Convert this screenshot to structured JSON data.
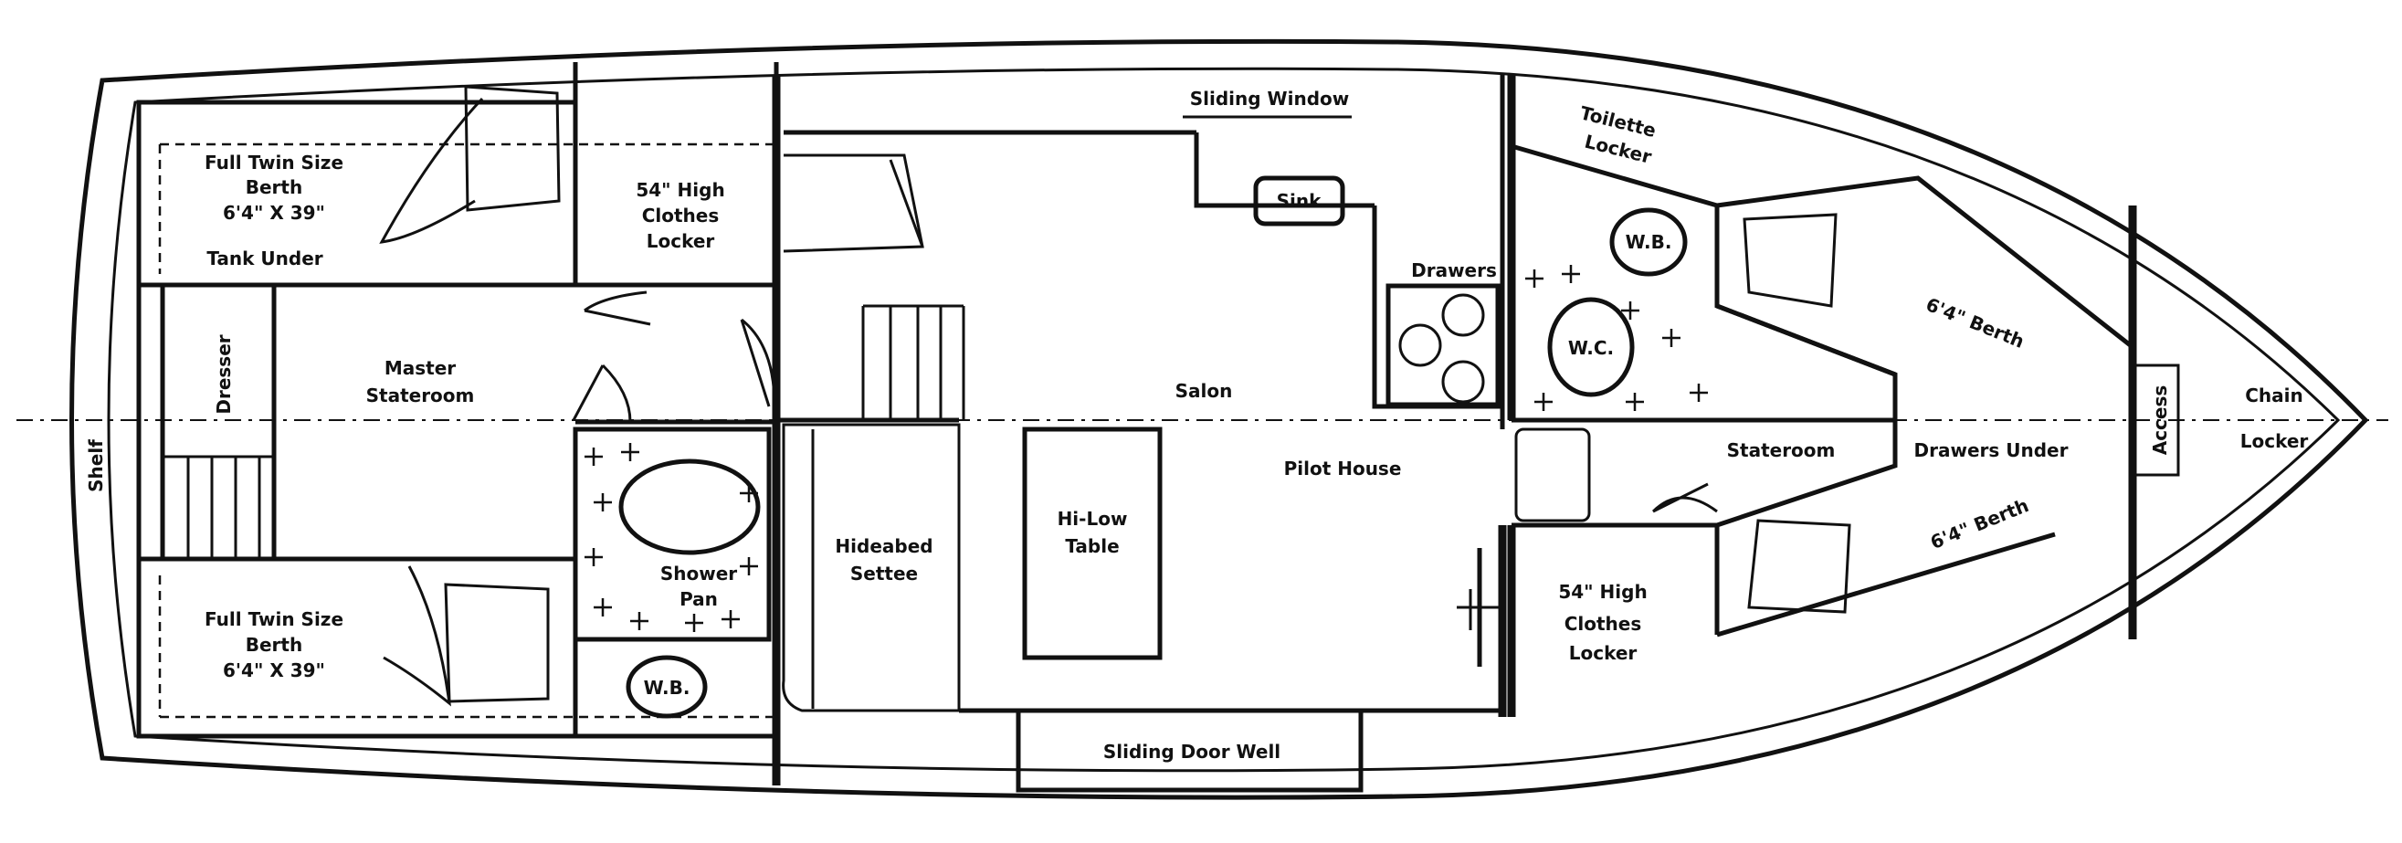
{
  "labels": {
    "full_twin_top": [
      "Full Twin Size",
      "Berth",
      "6'4\" X 39\""
    ],
    "tank_under": "Tank Under",
    "clothes_locker_aft": [
      "54\" High",
      "Clothes",
      "Locker"
    ],
    "dresser": "Dresser",
    "shelf": "Shelf",
    "master_stateroom": [
      "Master",
      "Stateroom"
    ],
    "full_twin_bottom": [
      "Full Twin Size",
      "Berth",
      "6'4\" X 39\""
    ],
    "shower_pan": [
      "Shower",
      "Pan"
    ],
    "wb_aft": "W.B.",
    "hideabed_settee": [
      "Hideabed",
      "Settee"
    ],
    "hi_low_table": [
      "Hi-Low",
      "Table"
    ],
    "sliding_window": "Sliding Window",
    "sink": "Sink",
    "drawers": "Drawers",
    "salon": "Salon",
    "pilot_house": "Pilot House",
    "sliding_door_well": "Sliding Door Well",
    "toilette_locker": [
      "Toilette",
      "Locker"
    ],
    "wb_fwd": "W.B.",
    "wc": "W.C.",
    "clothes_locker_fwd": [
      "54\" High",
      "Clothes",
      "Locker"
    ],
    "berth_top": "6'4\" Berth",
    "berth_bottom": "6'4\" Berth",
    "stateroom_fwd": "Stateroom",
    "drawers_under": "Drawers Under",
    "access": "Access",
    "chain": "Chain",
    "locker": "Locker"
  }
}
